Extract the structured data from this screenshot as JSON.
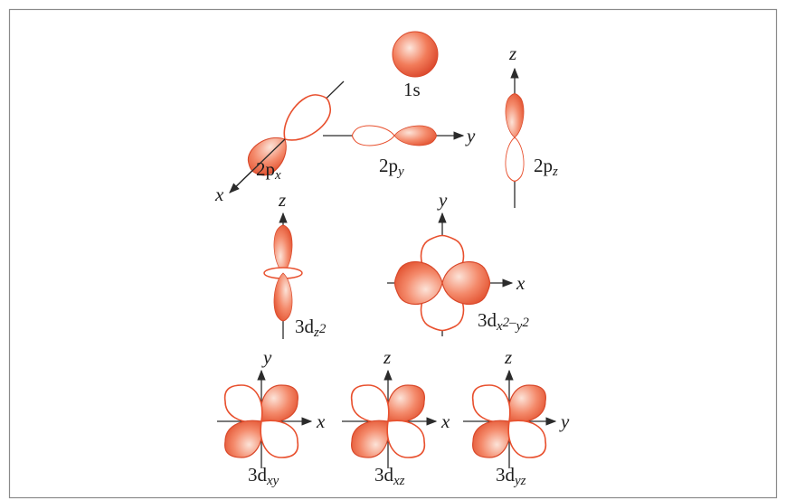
{
  "colors": {
    "lobe_fill_light": "#fbd7c8",
    "lobe_fill_dark": "#ee5f3d",
    "lobe_outline": "#e8502e",
    "axis": "#2b2b2b",
    "frame": "#8a8a8a"
  },
  "orbitals": {
    "s1": {
      "main": "1s",
      "sub": "",
      "sup": "",
      "tail": ""
    },
    "p2x": {
      "main": "2p",
      "sub": "x",
      "axis_x": "x"
    },
    "p2y": {
      "main": "2p",
      "sub": "y",
      "axis_y": "y"
    },
    "p2z": {
      "main": "2p",
      "sub": "z",
      "axis_z": "z"
    },
    "d3z2": {
      "main": "3d",
      "sub": "z",
      "sup": "2",
      "axis_z": "z"
    },
    "d3x2y2": {
      "main": "3d",
      "sub": "x",
      "sup": "2",
      "mid": "–",
      "sub2": "y",
      "sup2": "2",
      "axis_y": "y",
      "axis_x": "x"
    },
    "d3xy": {
      "main": "3d",
      "sub": "xy",
      "axis_v": "y",
      "axis_h": "x"
    },
    "d3xz": {
      "main": "3d",
      "sub": "xz",
      "axis_v": "z",
      "axis_h": "x"
    },
    "d3yz": {
      "main": "3d",
      "sub": "yz",
      "axis_v": "z",
      "axis_h": "y"
    }
  }
}
